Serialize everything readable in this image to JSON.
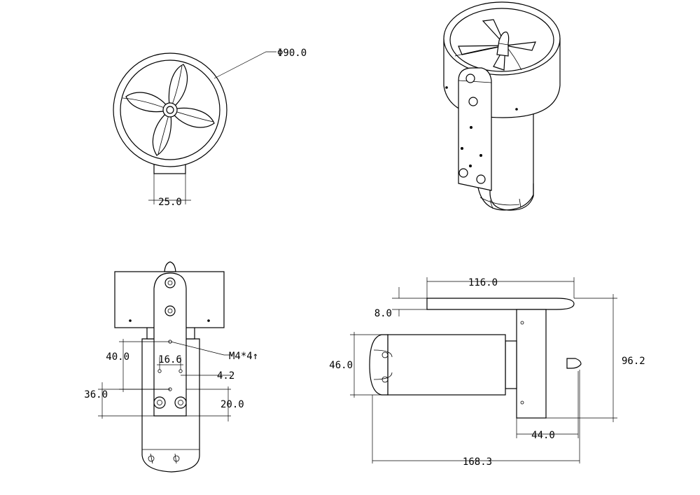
{
  "dimensions": {
    "duct_diameter": "Φ90.0",
    "mount_width_front": "25.0",
    "hole_spacing_top": "16.6",
    "hole_depth": "40.0",
    "hole_thread": "M4*4↑",
    "hole_offset": "4.2",
    "lower_spacing": "36.0",
    "lower_hole_gap": "20.0",
    "duct_length": "116.0",
    "plate_thickness": "8.0",
    "motor_diameter": "46.0",
    "overall_height": "96.2",
    "mount_depth": "44.0",
    "overall_length": "168.3"
  }
}
